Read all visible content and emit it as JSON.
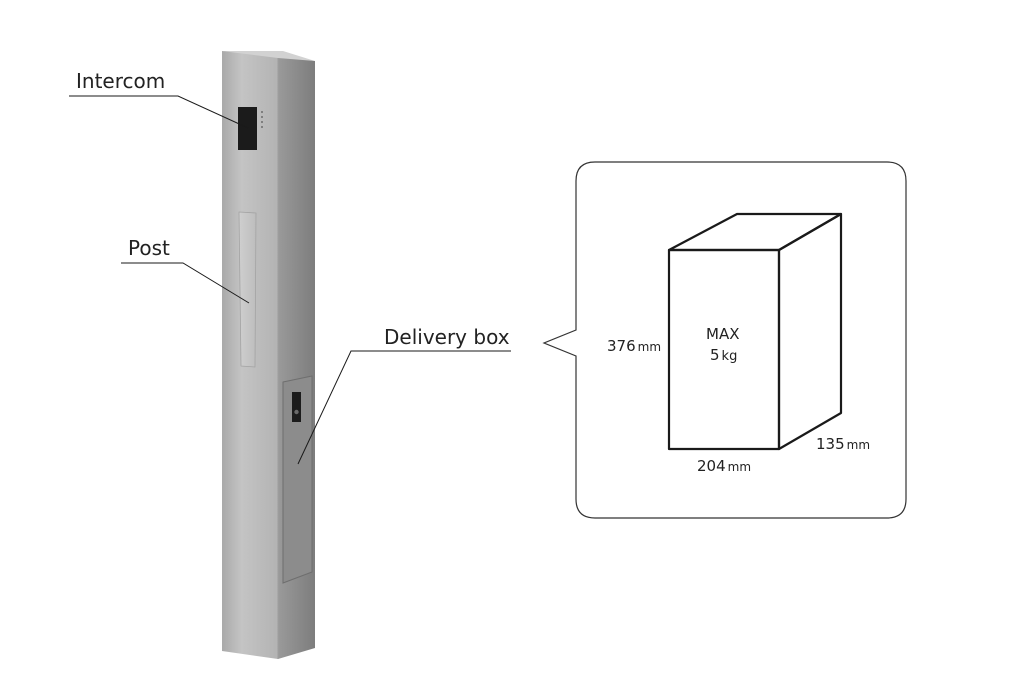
{
  "labels": {
    "intercom": "Intercom",
    "post": "Post",
    "delivery_box": "Delivery box"
  },
  "dimensions": {
    "height_value": "376",
    "height_unit": "mm",
    "width_value": "204",
    "width_unit": "mm",
    "depth_value": "135",
    "depth_unit": "mm"
  },
  "capacity": {
    "max_label": "MAX",
    "weight_value": "5",
    "weight_unit": "kg"
  },
  "colors": {
    "pillar_front": "#b9b9b9",
    "pillar_side": "#8f8f8f",
    "line": "#1a1a1a",
    "callout_border": "#333333"
  }
}
